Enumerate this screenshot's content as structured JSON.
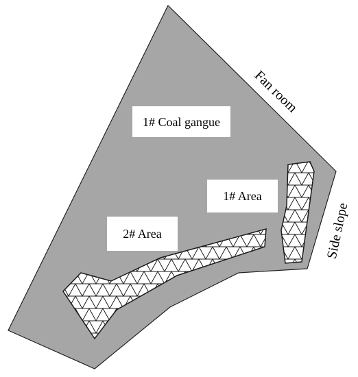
{
  "colors": {
    "background": "#ffffff",
    "site_fill": "#a6a6a6",
    "site_stroke": "#222222",
    "area_fill": "#ffffff",
    "grid_stroke": "#1a1a1a",
    "label_box": "#ffffff"
  },
  "labels": {
    "coal_gangue": "1# Coal gangue",
    "area_1": "1# Area",
    "area_2": "2# Area",
    "fan_room": "Fan room",
    "side_slope": "Side slope"
  }
}
